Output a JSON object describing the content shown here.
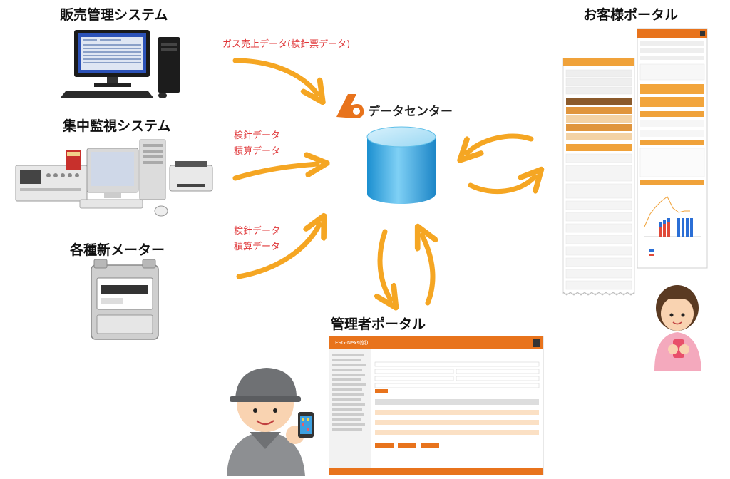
{
  "sources": [
    {
      "title": "販売管理システム"
    },
    {
      "title": "集中監視システム"
    },
    {
      "title": "各種新メーター"
    }
  ],
  "flows": [
    {
      "label_lines": [
        "ガス売上データ(検針票データ)"
      ]
    },
    {
      "label_lines": [
        "検針データ",
        "積算データ"
      ]
    },
    {
      "label_lines": [
        "検針データ",
        "積算データ"
      ]
    }
  ],
  "data_center": {
    "title": "データセンター"
  },
  "customer_portal": {
    "title": "お客様ポータル"
  },
  "admin_portal": {
    "title": "管理者ポータル",
    "screen_header": "ESG-Nexs(仮)"
  },
  "colors": {
    "arrow": "#f5a623",
    "flow_text": "#e0383a",
    "accent": "#e8731c",
    "db": "#2aa3de"
  }
}
